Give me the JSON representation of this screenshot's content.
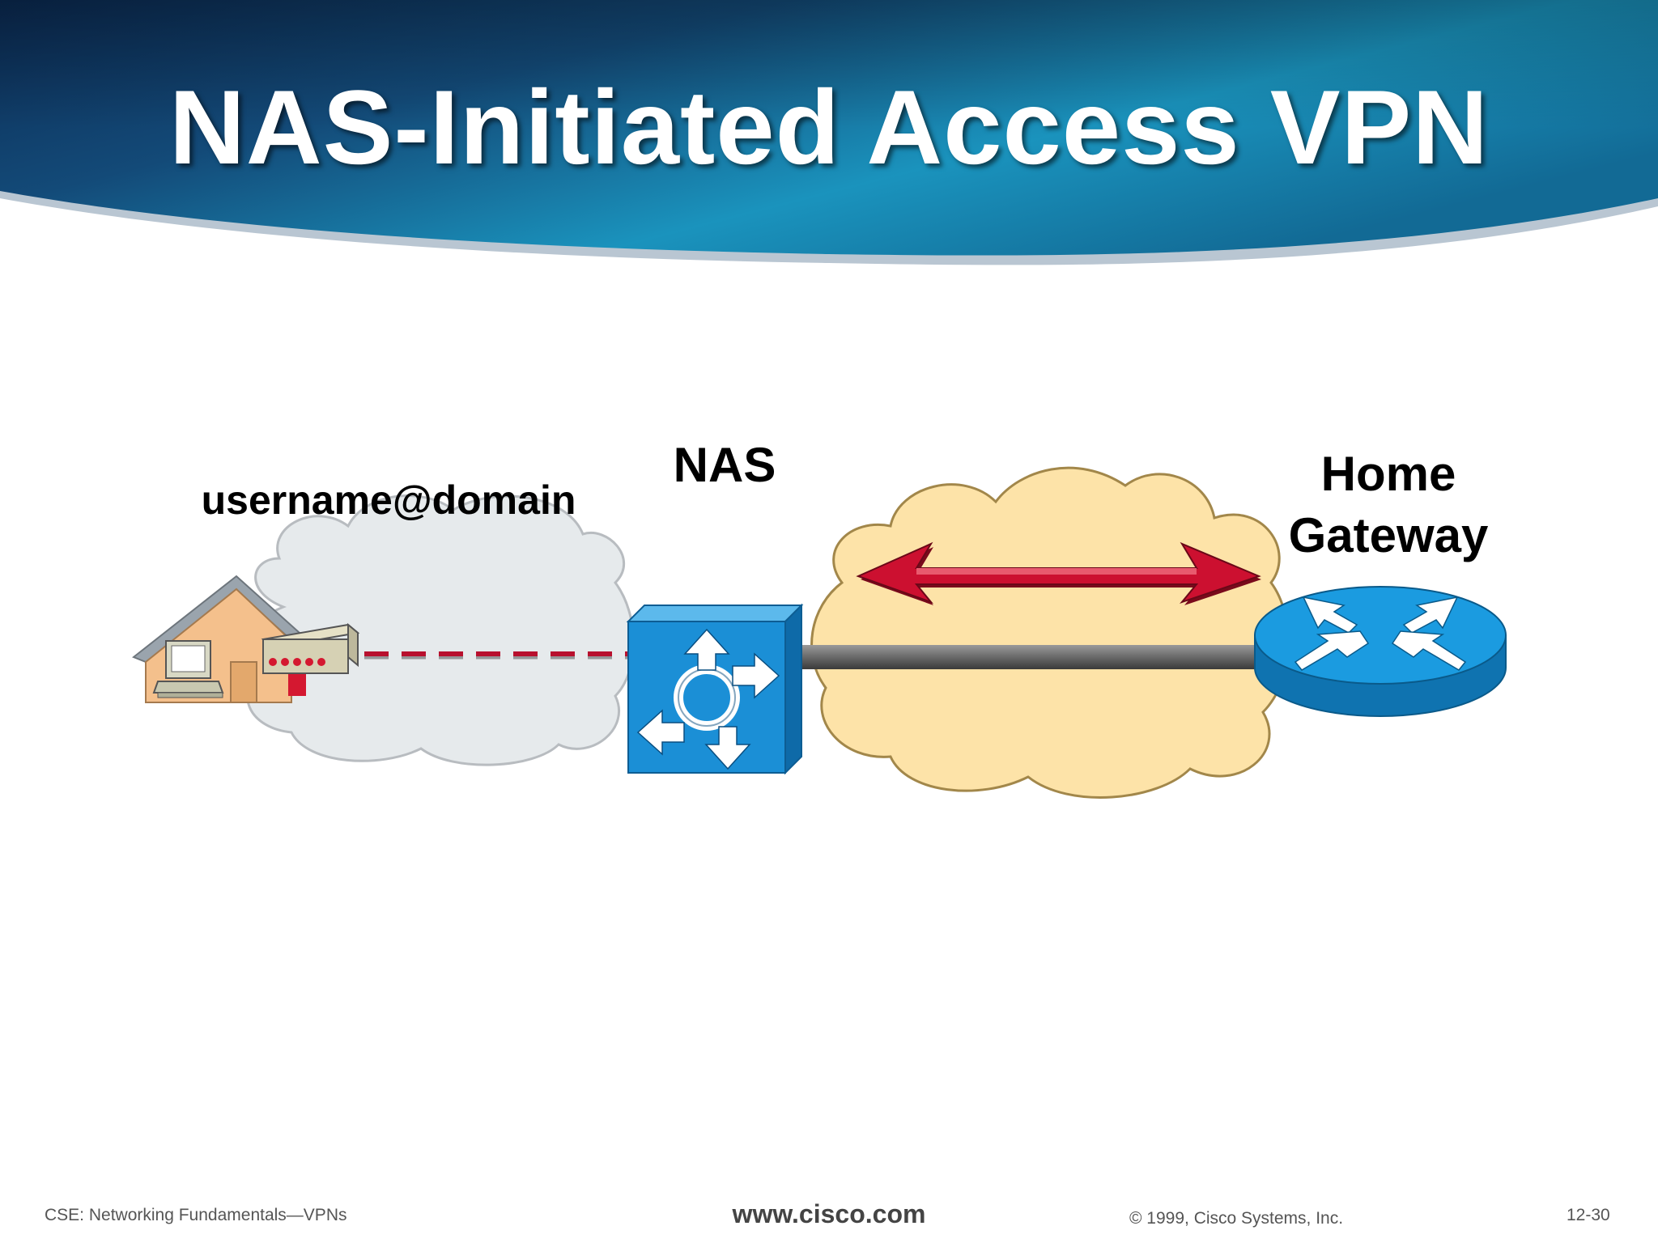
{
  "slide": {
    "title": "NAS-Initiated Access VPN"
  },
  "diagram": {
    "user_label": "username@domain",
    "nas_label": "NAS",
    "gateway_label_line1": "Home",
    "gateway_label_line2": "Gateway"
  },
  "footer": {
    "course": "CSE: Networking Fundamentals—VPNs",
    "website": "www.cisco.com",
    "copyright": "© 1999, Cisco Systems, Inc.",
    "page": "12-30"
  },
  "colors": {
    "banner_dark": "#0d2c55",
    "banner_light": "#1a9fc4",
    "gray_cloud": "#e8ecee",
    "yellow_cloud": "#fde3a7",
    "device_blue": "#1b8fd6",
    "tunnel_red": "#cc1030"
  }
}
